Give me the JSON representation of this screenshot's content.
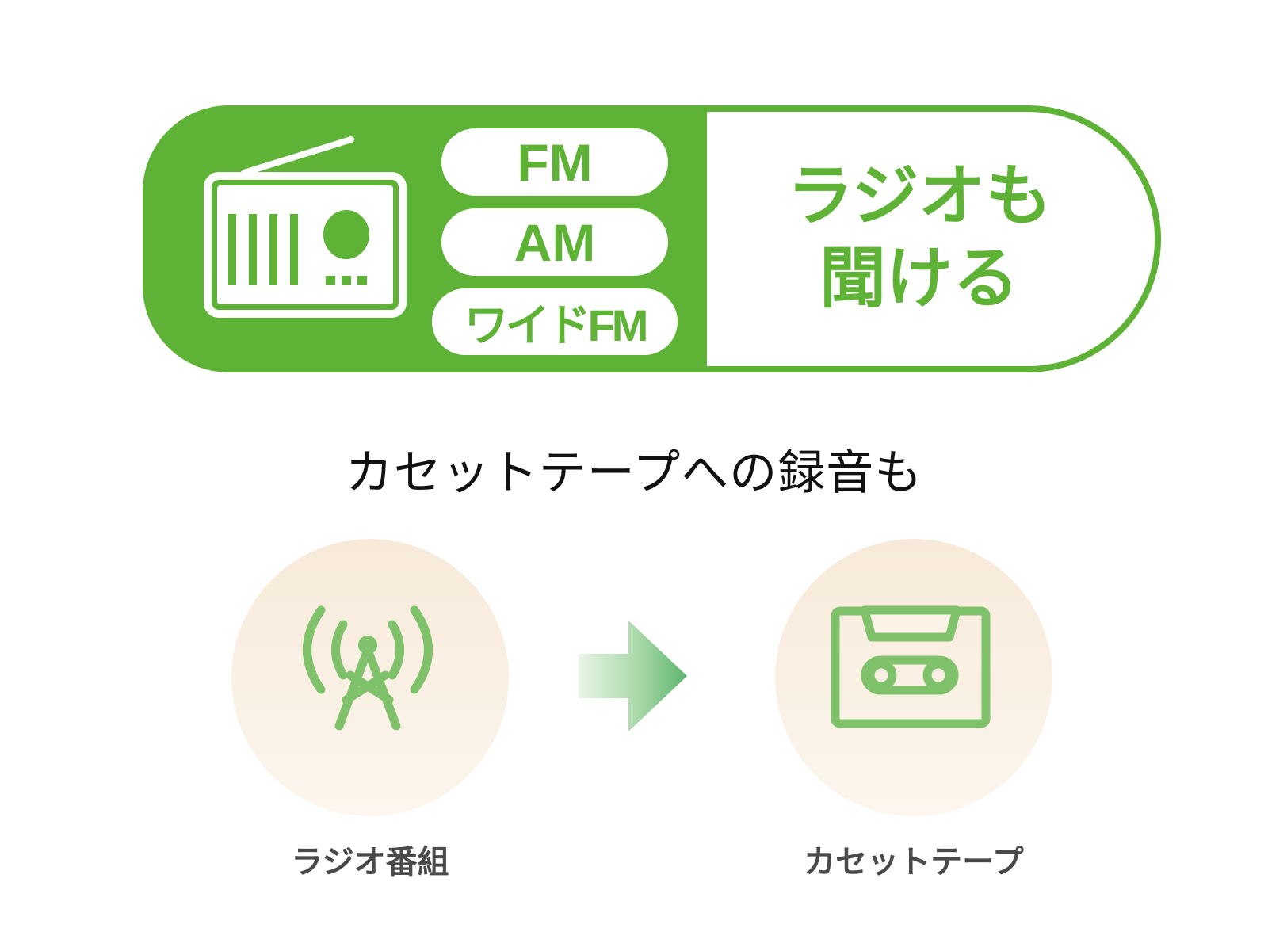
{
  "colors": {
    "brand_green": "#5eb336",
    "icon_green": "#80c26b",
    "circle_bg_top": "#f7ead9",
    "circle_bg_bottom": "#fcf6ee",
    "label_gray": "#4a4a4a",
    "subtitle_black": "#111111"
  },
  "banner": {
    "icon": "radio-icon",
    "bands": [
      "FM",
      "AM",
      "ワイドFM"
    ],
    "title_line1": "ラジオも",
    "title_line2": "聞ける"
  },
  "recording": {
    "heading": "カセットテープへの録音も",
    "source": {
      "icon": "radio-tower-icon",
      "label": "ラジオ番組"
    },
    "arrow_icon": "arrow-right-icon",
    "destination": {
      "icon": "cassette-tape-icon",
      "label": "カセットテープ"
    }
  }
}
